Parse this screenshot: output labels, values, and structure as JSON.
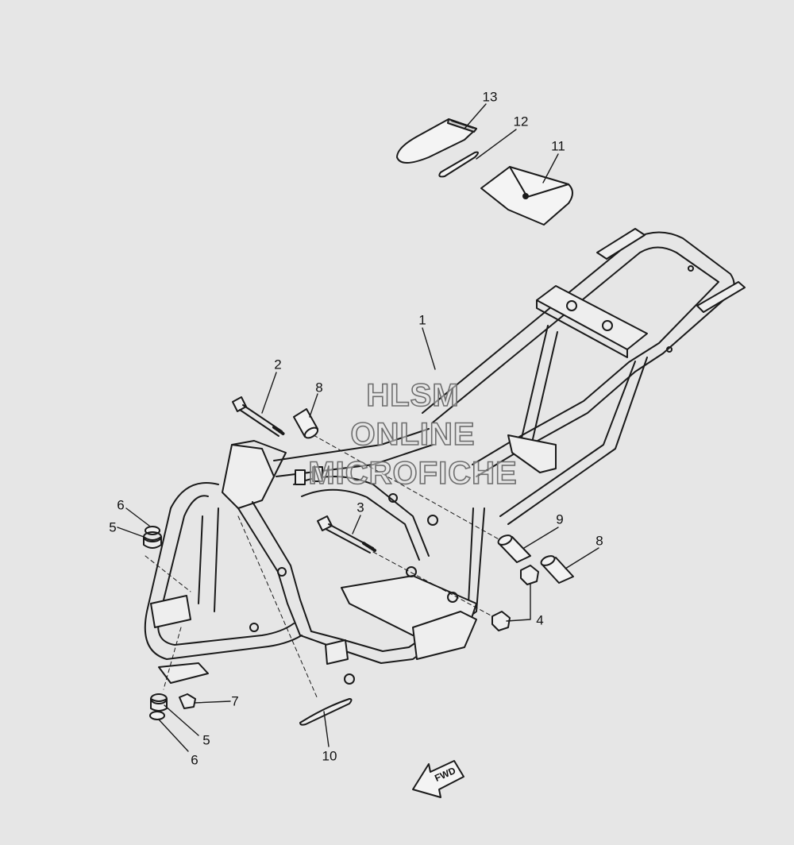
{
  "diagram": {
    "callouts": [
      {
        "id": "c1",
        "label": "1"
      },
      {
        "id": "c2",
        "label": "2"
      },
      {
        "id": "c3",
        "label": "3"
      },
      {
        "id": "c4",
        "label": "4"
      },
      {
        "id": "c5a",
        "label": "5"
      },
      {
        "id": "c5b",
        "label": "5"
      },
      {
        "id": "c6a",
        "label": "6"
      },
      {
        "id": "c6b",
        "label": "6"
      },
      {
        "id": "c7",
        "label": "7"
      },
      {
        "id": "c8a",
        "label": "8"
      },
      {
        "id": "c8b",
        "label": "8"
      },
      {
        "id": "c9",
        "label": "9"
      },
      {
        "id": "c10",
        "label": "10"
      },
      {
        "id": "c11",
        "label": "11"
      },
      {
        "id": "c12",
        "label": "12"
      },
      {
        "id": "c13",
        "label": "13"
      }
    ],
    "direction_label": "FWD"
  },
  "watermark": {
    "lines": [
      "HLSM",
      "ONLINE",
      "MICROFICHE"
    ]
  },
  "colors": {
    "background": "#e6e6e6",
    "line": "#1a1a1a",
    "watermark_outline": "#6e6e6e"
  }
}
